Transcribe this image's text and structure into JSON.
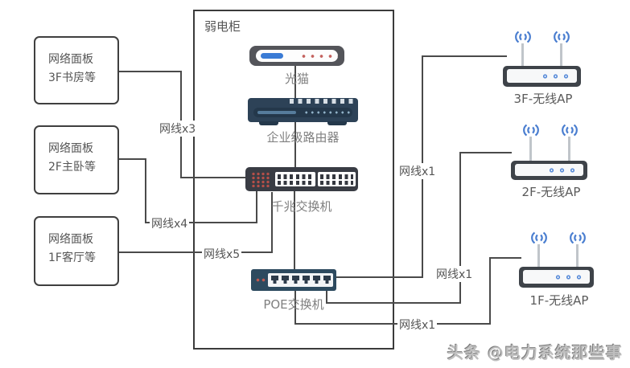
{
  "cabinet": {
    "label": "弱电柜"
  },
  "panels": [
    {
      "lines": [
        "网络面板",
        "3F书房等"
      ]
    },
    {
      "lines": [
        "网络面板",
        "2F主卧等"
      ]
    },
    {
      "lines": [
        "网络面板",
        "1F客厅等"
      ]
    }
  ],
  "devices": {
    "modem": "光猫",
    "router": "企业级路由器",
    "switch": "千兆交换机",
    "poe": "POE交换机"
  },
  "aps": [
    {
      "label": "3F-无线AP"
    },
    {
      "label": "2F-无线AP"
    },
    {
      "label": "1F-无线AP"
    }
  ],
  "cables": {
    "panel_3f": "网线x3",
    "panel_2f": "网线x4",
    "panel_1f": "网线x5",
    "ap_3f": "网线x1",
    "ap_2f": "网线x1",
    "ap_1f": "网线x1"
  },
  "watermark": "头条 @电力系统那些事",
  "colors": {
    "line": "#4a4a4a",
    "box_border": "#3f3f3f",
    "text": "#555555",
    "device_label": "#808080",
    "modem_body": "#54555a",
    "router_body": "#2d4257",
    "switch_body": "#393c44",
    "poe_body": "#2d4a5f",
    "ap_body": "#3e4349",
    "accent_blue": "#3a7bd5",
    "led_red": "#c0504d",
    "wifi_blue": "#4a7ed0",
    "watermark_gray": "#bfbfbf"
  }
}
